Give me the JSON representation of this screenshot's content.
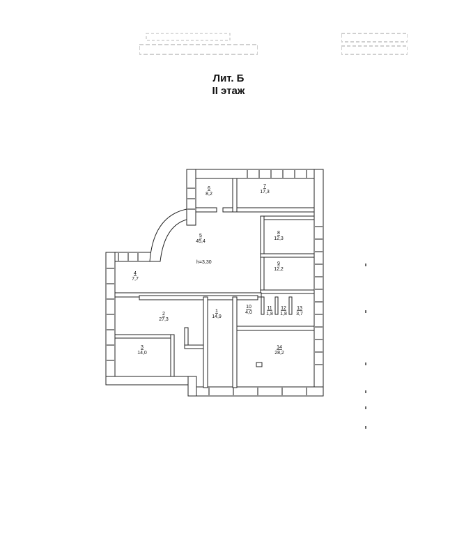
{
  "header": {
    "building": "Лит. Б",
    "floor": "II этаж"
  },
  "plan": {
    "ceiling_height": "h=3,30",
    "rooms": [
      {
        "number": "1",
        "area": "14,9"
      },
      {
        "number": "2",
        "area": "27,3"
      },
      {
        "number": "3",
        "area": "14,0"
      },
      {
        "number": "4",
        "area": "7,7"
      },
      {
        "number": "5",
        "area": "45,4"
      },
      {
        "number": "6",
        "area": "8,2"
      },
      {
        "number": "7",
        "area": "17,3"
      },
      {
        "number": "8",
        "area": "12,3"
      },
      {
        "number": "9",
        "area": "12,2"
      },
      {
        "number": "10",
        "area": "4,0"
      },
      {
        "number": "11",
        "area": "1,8"
      },
      {
        "number": "12",
        "area": "1,8"
      },
      {
        "number": "13",
        "area": "3,7"
      },
      {
        "number": "14",
        "area": "28,2"
      }
    ]
  },
  "colors": {
    "wall": "#ffffff",
    "wall_stroke": "#222222",
    "window": "#555555"
  }
}
